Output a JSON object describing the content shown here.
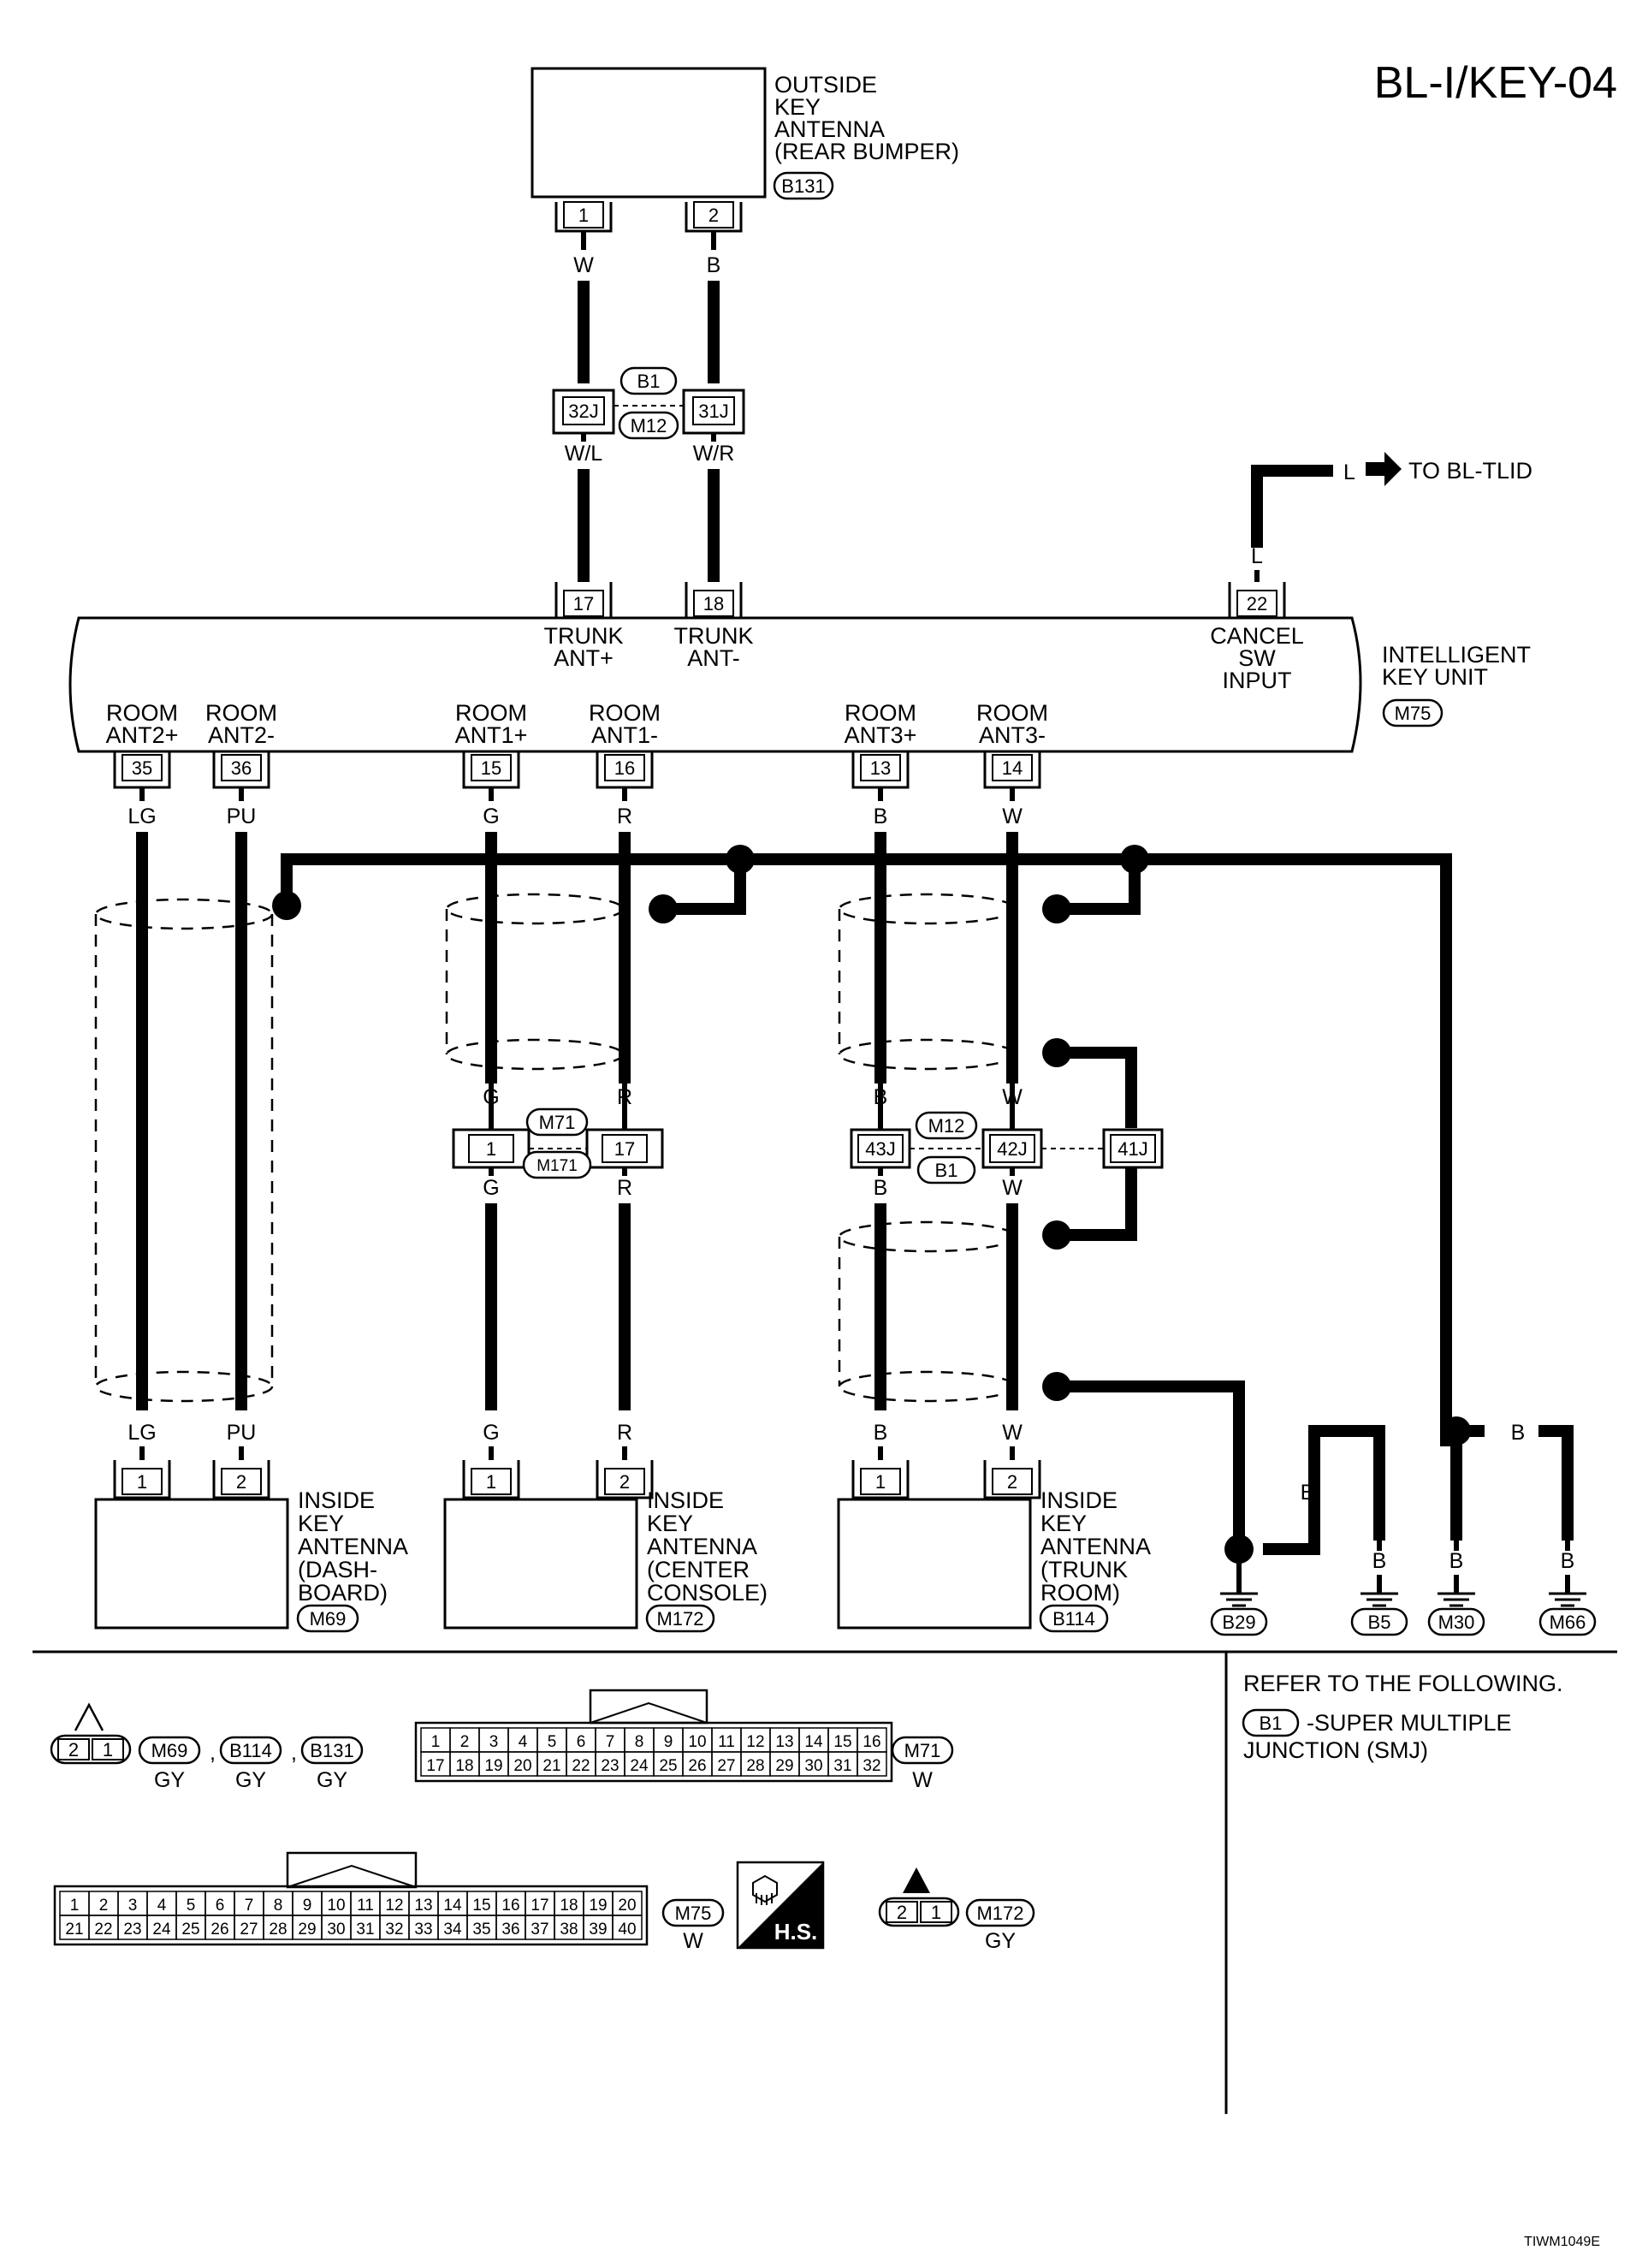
{
  "page_code": "BL-I/KEY-04",
  "figure_code": "TIWM1049E",
  "outside_antenna": {
    "label": [
      "OUTSIDE",
      "KEY",
      "ANTENNA",
      "(REAR BUMPER)"
    ],
    "connector": "B131",
    "pins": [
      "1",
      "2"
    ],
    "wire_top": [
      "W",
      "B"
    ]
  },
  "joint_top": {
    "connectors": [
      "B1",
      "M12"
    ],
    "pins": [
      "32J",
      "31J"
    ],
    "wire_bottom": [
      "W/L",
      "W/R"
    ]
  },
  "ik_unit": {
    "label": [
      "INTELLIGENT",
      "KEY UNIT"
    ],
    "connector": "M75",
    "top_pins": [
      {
        "pin": "17",
        "name": [
          "TRUNK",
          "ANT+"
        ]
      },
      {
        "pin": "18",
        "name": [
          "TRUNK",
          "ANT-"
        ]
      },
      {
        "pin": "22",
        "name": [
          "CANCEL",
          "SW",
          "INPUT"
        ]
      }
    ],
    "bottom_pins": [
      {
        "pin": "35",
        "name": [
          "ROOM",
          "ANT2+"
        ],
        "wire": "LG"
      },
      {
        "pin": "36",
        "name": [
          "ROOM",
          "ANT2-"
        ],
        "wire": "PU"
      },
      {
        "pin": "15",
        "name": [
          "ROOM",
          "ANT1+"
        ],
        "wire": "G"
      },
      {
        "pin": "16",
        "name": [
          "ROOM",
          "ANT1-"
        ],
        "wire": "R"
      },
      {
        "pin": "13",
        "name": [
          "ROOM",
          "ANT3+"
        ],
        "wire": "B"
      },
      {
        "pin": "14",
        "name": [
          "ROOM",
          "ANT3-"
        ],
        "wire": "W"
      }
    ]
  },
  "cancel_wire": {
    "color": "L",
    "arrow_text": "L",
    "dest": "TO BL-TLID"
  },
  "mid_joints": {
    "center": {
      "connectors": [
        "M71",
        "M171"
      ],
      "pins": [
        "1",
        "17"
      ],
      "wires_above": [
        "G",
        "R"
      ],
      "wires_below": [
        "G",
        "R"
      ]
    },
    "trunk": {
      "connectors": [
        "M12",
        "B1"
      ],
      "pins": [
        "43J",
        "42J",
        "41J"
      ],
      "wires_above": [
        "B",
        "W"
      ],
      "wires_below": [
        "B",
        "W"
      ]
    }
  },
  "inside_antennas": [
    {
      "label": [
        "INSIDE",
        "KEY",
        "ANTENNA",
        "(DASH-",
        "BOARD)"
      ],
      "connector": "M69",
      "pins": [
        "1",
        "2"
      ],
      "wires": [
        "LG",
        "PU"
      ]
    },
    {
      "label": [
        "INSIDE",
        "KEY",
        "ANTENNA",
        "(CENTER",
        "CONSOLE)"
      ],
      "connector": "M172",
      "pins": [
        "1",
        "2"
      ],
      "wires": [
        "G",
        "R"
      ]
    },
    {
      "label": [
        "INSIDE",
        "KEY",
        "ANTENNA",
        "(TRUNK",
        "ROOM)"
      ],
      "connector": "B114",
      "pins": [
        "1",
        "2"
      ],
      "wires": [
        "B",
        "W"
      ]
    }
  ],
  "grounds": [
    {
      "id": "B29",
      "wire": ""
    },
    {
      "id": "B5",
      "wire": "B"
    },
    {
      "id": "M30",
      "wire": "B"
    },
    {
      "id": "M66",
      "wire": "B"
    }
  ],
  "ground_wire_labels": {
    "b5_upper": "B",
    "m30_upper": "B",
    "m66_branch": "B",
    "b29_branch": "B"
  },
  "legend": {
    "conn2": {
      "pins": [
        "2",
        "1"
      ],
      "refs": [
        "M69",
        "B114",
        "B131"
      ],
      "colors": [
        "GY",
        "GY",
        "GY"
      ]
    },
    "conn32": {
      "top": [
        "1",
        "2",
        "3",
        "4",
        "5",
        "6",
        "7",
        "8",
        "9",
        "10",
        "11",
        "12",
        "13",
        "14",
        "15",
        "16"
      ],
      "bottom": [
        "17",
        "18",
        "19",
        "20",
        "21",
        "22",
        "23",
        "24",
        "25",
        "26",
        "27",
        "28",
        "29",
        "30",
        "31",
        "32"
      ],
      "ref": "M71",
      "color": "W"
    },
    "conn40": {
      "top": [
        "1",
        "2",
        "3",
        "4",
        "5",
        "6",
        "7",
        "8",
        "9",
        "10",
        "11",
        "12",
        "13",
        "14",
        "15",
        "16",
        "17",
        "18",
        "19",
        "20"
      ],
      "bottom": [
        "21",
        "22",
        "23",
        "24",
        "25",
        "26",
        "27",
        "28",
        "29",
        "30",
        "31",
        "32",
        "33",
        "34",
        "35",
        "36",
        "37",
        "38",
        "39",
        "40"
      ],
      "ref": "M75",
      "color": "W"
    },
    "hs_text": "H.S.",
    "conn2b": {
      "pins": [
        "2",
        "1"
      ],
      "ref": "M172",
      "color": "GY"
    }
  },
  "refer": {
    "line1": "REFER TO THE FOLLOWING.",
    "ref": "B1",
    "line2": "-SUPER MULTIPLE",
    "line3": "JUNCTION (SMJ)"
  }
}
